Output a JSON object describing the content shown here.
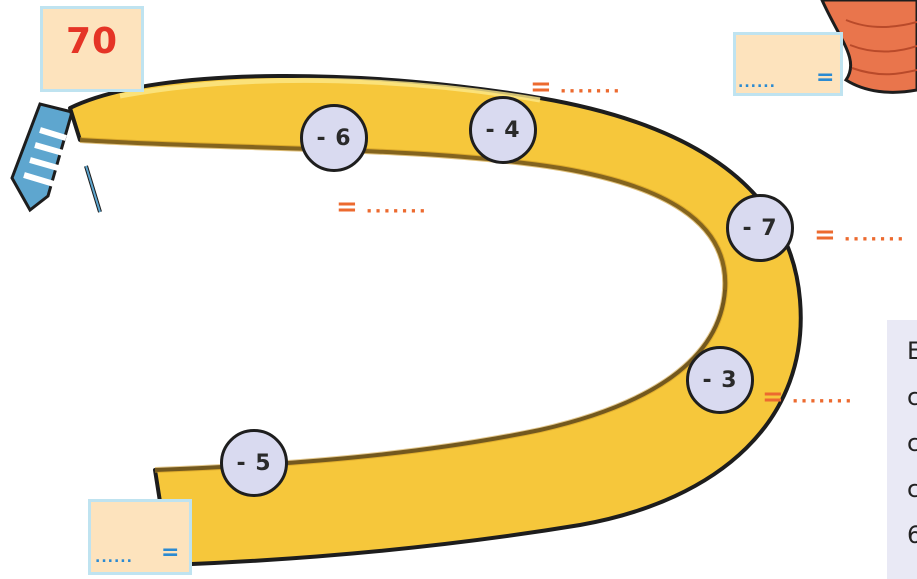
{
  "start_value": "70",
  "blank_boxes": [
    {
      "dots": "......",
      "eq": "="
    },
    {
      "dots": "......",
      "eq": "="
    }
  ],
  "steps": [
    "- 6",
    "- 4",
    "- 7",
    "- 3",
    "- 5"
  ],
  "results": [
    {
      "eq": "=",
      "dots": "......."
    },
    {
      "eq": "=",
      "dots": "......."
    },
    {
      "eq": "=",
      "dots": "......."
    },
    {
      "eq": "=",
      "dots": "......."
    }
  ],
  "side_text": [
    "E",
    "c",
    "c",
    "c",
    "6"
  ],
  "colors": {
    "slide_yellow": "#f6c73b",
    "box_fill": "#fde3bd",
    "box_border": "#bfe3f0",
    "start_value_red": "#e53426",
    "result_orange": "#ec6a2f",
    "blank_blue": "#2b8ad1",
    "circle_fill": "#d9daf0"
  }
}
